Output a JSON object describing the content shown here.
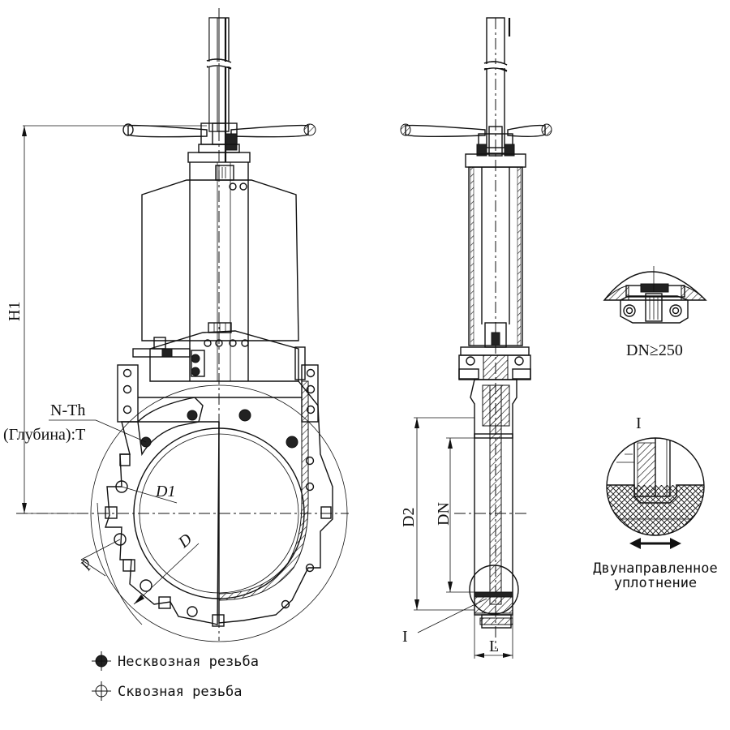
{
  "labels": {
    "h1": "H1",
    "n_th": "N-Th",
    "depth": "(Глубина):T",
    "d1": "D1",
    "d": "D",
    "p": "p",
    "d2": "D2",
    "dn": "DN",
    "l": "L",
    "detail_ref": "I",
    "detail_title": "I",
    "dn_condition": "DN≥250",
    "bidirectional_line1": "Двунаправленное",
    "bidirectional_line2": "уплотнение"
  },
  "legend": {
    "blind_thread": "Несквозная резьба",
    "through_thread": "Сквозная резьба"
  }
}
